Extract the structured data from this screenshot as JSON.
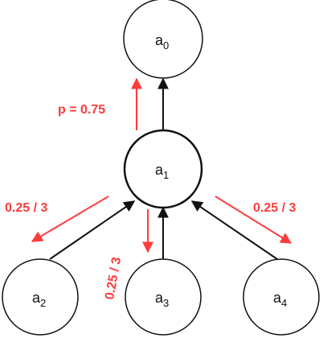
{
  "colors": {
    "node_stroke": "#111111",
    "edge": "#111111",
    "probability": "#ff3b3b"
  },
  "nodes": [
    {
      "id": "a0",
      "base": "a",
      "sub": "0"
    },
    {
      "id": "a1",
      "base": "a",
      "sub": "1"
    },
    {
      "id": "a2",
      "base": "a",
      "sub": "2"
    },
    {
      "id": "a3",
      "base": "a",
      "sub": "3"
    },
    {
      "id": "a4",
      "base": "a",
      "sub": "4"
    }
  ],
  "edges": [
    {
      "from": "a1",
      "to": "a0"
    },
    {
      "from": "a2",
      "to": "a1"
    },
    {
      "from": "a3",
      "to": "a1"
    },
    {
      "from": "a4",
      "to": "a1"
    }
  ],
  "probabilities": {
    "to_a0": "p = 0.75",
    "to_a2": "0.25 / 3",
    "to_a3": "0.25 / 3",
    "to_a4": "0.25 / 3"
  }
}
